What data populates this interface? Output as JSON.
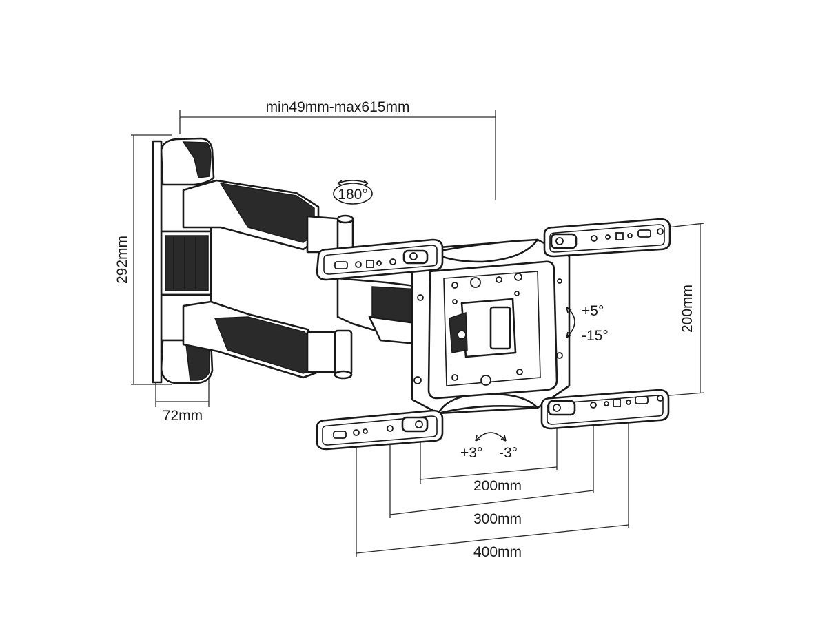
{
  "diagram": {
    "labels": {
      "extension": "min49mm-max615mm",
      "height": "292mm",
      "depth": "72mm",
      "swivel": "180°",
      "vertical_span": "200mm",
      "tilt_up": "+5°",
      "tilt_down": "-15°",
      "level_plus": "+3°",
      "level_minus": "-3°",
      "vesa_200": "200mm",
      "vesa_300": "300mm",
      "vesa_400": "400mm"
    },
    "colors": {
      "line": "#1a1a1a",
      "background": "#ffffff",
      "shade": "#2a2a2a"
    }
  }
}
